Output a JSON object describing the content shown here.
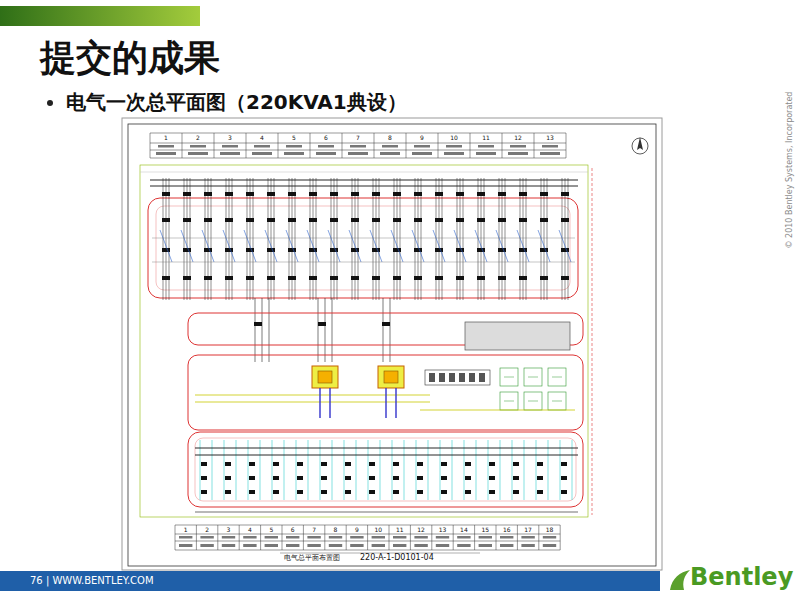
{
  "diagram": {
    "title": "提交的成果",
    "labels": [
      "电气一次总平面图（220KVA1典设）",
      "1",
      "2",
      "3",
      "4",
      "5",
      "6",
      "7",
      "8",
      "9",
      "10",
      "11",
      "12",
      "13",
      "1",
      "2",
      "3",
      "4",
      "5",
      "6",
      "7",
      "8",
      "9",
      "10",
      "11",
      "12",
      "13",
      "14",
      "15",
      "16",
      "17",
      "18",
      "电气总平面布置图",
      "220-A-1-D0101-04",
      "76 | WWW.BENTLEY.COM",
      "Bentley",
      "© 2010 Bentley Systems, Incorporated"
    ]
  }
}
